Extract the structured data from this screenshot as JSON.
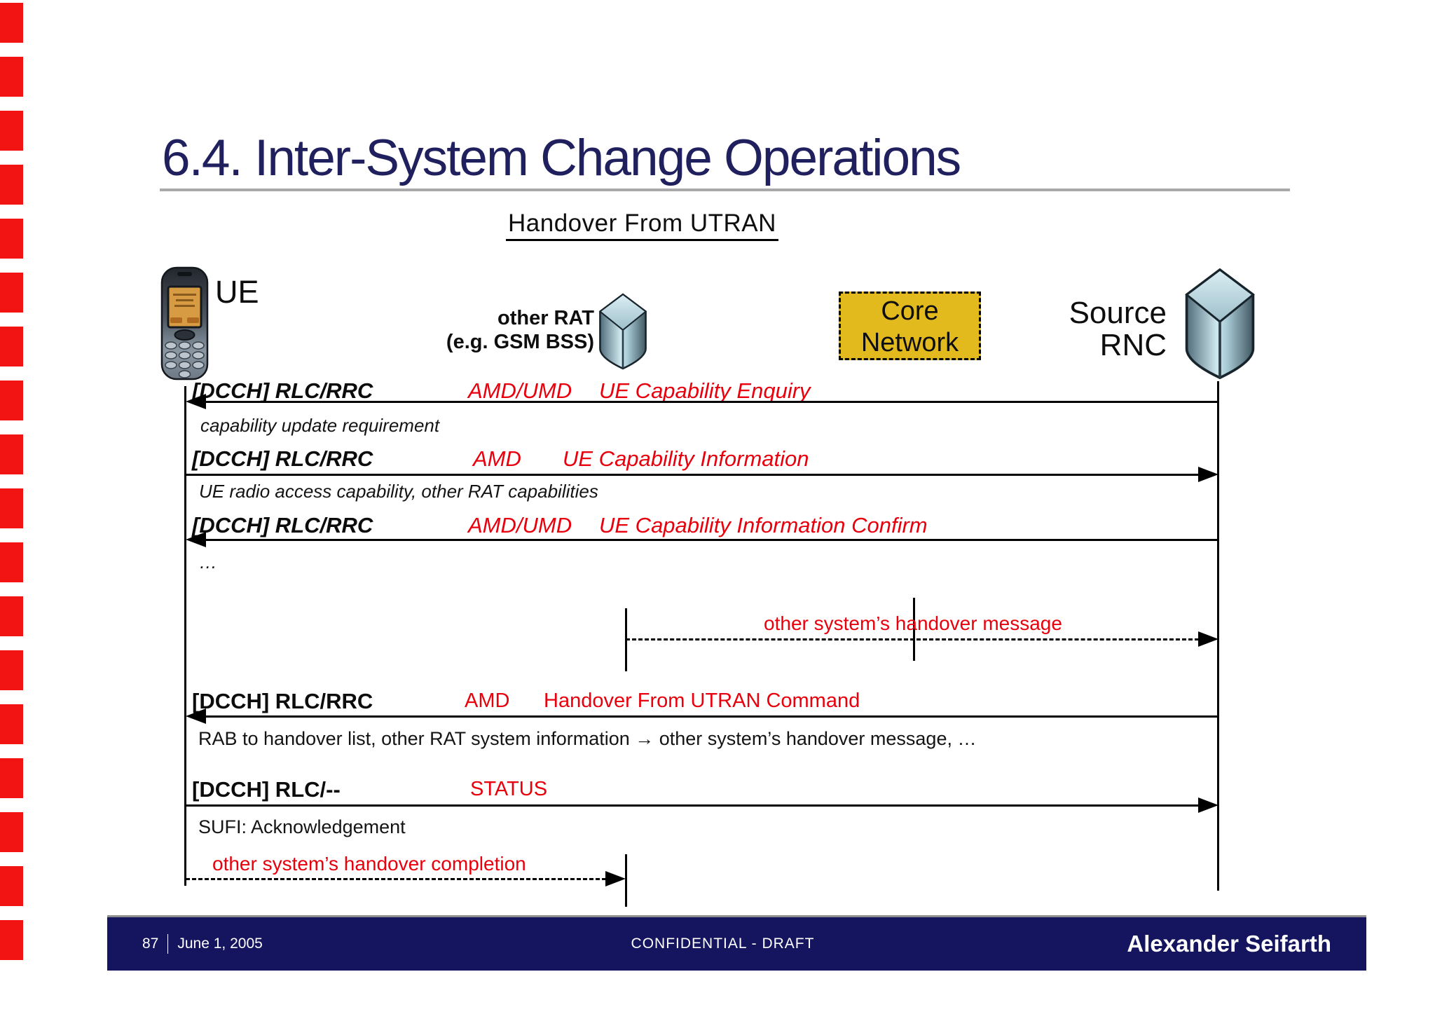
{
  "slide": {
    "title": "6.4. Inter-System Change Operations",
    "subtitle": "Handover From UTRAN"
  },
  "entities": {
    "ue": "UE",
    "other_rat": {
      "line1": "other RAT",
      "line2": "(e.g. GSM BSS)"
    },
    "core_network": {
      "line1": "Core",
      "line2": "Network"
    },
    "source_rnc": {
      "line1": "Source",
      "line2": "RNC"
    }
  },
  "messages": [
    {
      "label": "[DCCH] RLC/RRC",
      "mode": "AMD/UMD",
      "name": "UE Capability Enquiry",
      "param": "capability update requirement"
    },
    {
      "label": "[DCCH] RLC/RRC",
      "mode": "AMD",
      "name": "UE Capability Information",
      "param": "UE radio access capability, other RAT capabilities"
    },
    {
      "label": "[DCCH] RLC/RRC",
      "mode": "AMD/UMD",
      "name": "UE Capability Information Confirm",
      "param": "…"
    },
    {
      "label": "[DCCH] RLC/RRC",
      "mode": "AMD",
      "name": "Handover From UTRAN Command",
      "param": "RAB to handover list, other RAT system information → other system’s handover message, …"
    },
    {
      "label": "[DCCH] RLC/--",
      "mode": "STATUS",
      "name": "",
      "param": "SUFI: Acknowledgement"
    }
  ],
  "inter_system": {
    "handover_message": "other system’s handover message",
    "handover_completion": "other system’s handover completion"
  },
  "footer": {
    "page": "87",
    "date": "June 1, 2005",
    "classification": "CONFIDENTIAL - DRAFT",
    "author": "Alexander Seifarth"
  },
  "colors": {
    "accent_red": "#e8000d",
    "title_navy": "#20205e",
    "footer_navy": "#14145f",
    "core_network_yellow": "#e2ba1e",
    "rule_gray": "#a9a9a9"
  }
}
